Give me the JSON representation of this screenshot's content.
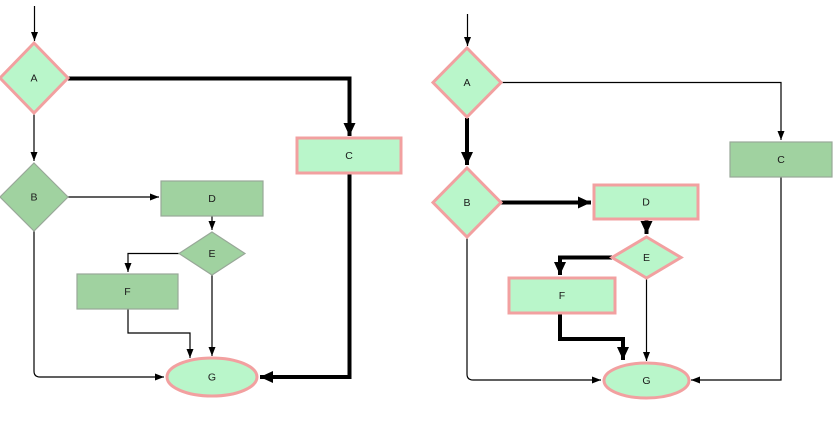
{
  "colors": {
    "background": "#ffffff",
    "highlight_fill": "#b9f6ca",
    "highlight_stroke": "#f2a0a0",
    "normal_fill": "#a0d2a0",
    "normal_stroke": "#98a898",
    "edge_color": "#000000",
    "label_color": "#1a1a1a"
  },
  "charts": [
    {
      "name": "left-flowchart",
      "highlighted_path": [
        "A",
        "C",
        "G"
      ],
      "nodes": [
        {
          "id": "A",
          "label": "A",
          "shape": "decision-diamond",
          "style": "highlighted"
        },
        {
          "id": "B",
          "label": "B",
          "shape": "decision-diamond",
          "style": "normal"
        },
        {
          "id": "C",
          "label": "C",
          "shape": "process-rectangle",
          "style": "highlighted"
        },
        {
          "id": "D",
          "label": "D",
          "shape": "process-rectangle",
          "style": "normal"
        },
        {
          "id": "E",
          "label": "E",
          "shape": "decision-diamond",
          "style": "normal"
        },
        {
          "id": "F",
          "label": "F",
          "shape": "process-rectangle",
          "style": "normal"
        },
        {
          "id": "G",
          "label": "G",
          "shape": "terminator-ellipse",
          "style": "highlighted"
        }
      ],
      "edges": [
        {
          "from": "start",
          "to": "A",
          "weight": "thin"
        },
        {
          "from": "A",
          "to": "C",
          "weight": "thick"
        },
        {
          "from": "A",
          "to": "B",
          "weight": "thin"
        },
        {
          "from": "B",
          "to": "D",
          "weight": "thin"
        },
        {
          "from": "D",
          "to": "E",
          "weight": "thin"
        },
        {
          "from": "E",
          "to": "F",
          "weight": "thin"
        },
        {
          "from": "F",
          "to": "G",
          "weight": "thin"
        },
        {
          "from": "E",
          "to": "G",
          "weight": "thin"
        },
        {
          "from": "B",
          "to": "G",
          "weight": "thin"
        },
        {
          "from": "C",
          "to": "G",
          "weight": "thick"
        }
      ]
    },
    {
      "name": "right-flowchart",
      "highlighted_path": [
        "A",
        "B",
        "D",
        "E",
        "F",
        "G"
      ],
      "nodes": [
        {
          "id": "A",
          "label": "A",
          "shape": "decision-diamond",
          "style": "highlighted"
        },
        {
          "id": "B",
          "label": "B",
          "shape": "decision-diamond",
          "style": "highlighted"
        },
        {
          "id": "C",
          "label": "C",
          "shape": "process-rectangle",
          "style": "normal"
        },
        {
          "id": "D",
          "label": "D",
          "shape": "process-rectangle",
          "style": "highlighted"
        },
        {
          "id": "E",
          "label": "E",
          "shape": "decision-diamond",
          "style": "highlighted"
        },
        {
          "id": "F",
          "label": "F",
          "shape": "process-rectangle",
          "style": "highlighted"
        },
        {
          "id": "G",
          "label": "G",
          "shape": "terminator-ellipse",
          "style": "highlighted"
        }
      ],
      "edges": [
        {
          "from": "start",
          "to": "A",
          "weight": "thin"
        },
        {
          "from": "A",
          "to": "C",
          "weight": "thin"
        },
        {
          "from": "A",
          "to": "B",
          "weight": "thick"
        },
        {
          "from": "B",
          "to": "D",
          "weight": "thick"
        },
        {
          "from": "D",
          "to": "E",
          "weight": "thick"
        },
        {
          "from": "E",
          "to": "F",
          "weight": "thick"
        },
        {
          "from": "F",
          "to": "G",
          "weight": "thick"
        },
        {
          "from": "E",
          "to": "G",
          "weight": "thin"
        },
        {
          "from": "B",
          "to": "G",
          "weight": "thin"
        },
        {
          "from": "C",
          "to": "G",
          "weight": "thin"
        }
      ]
    }
  ]
}
